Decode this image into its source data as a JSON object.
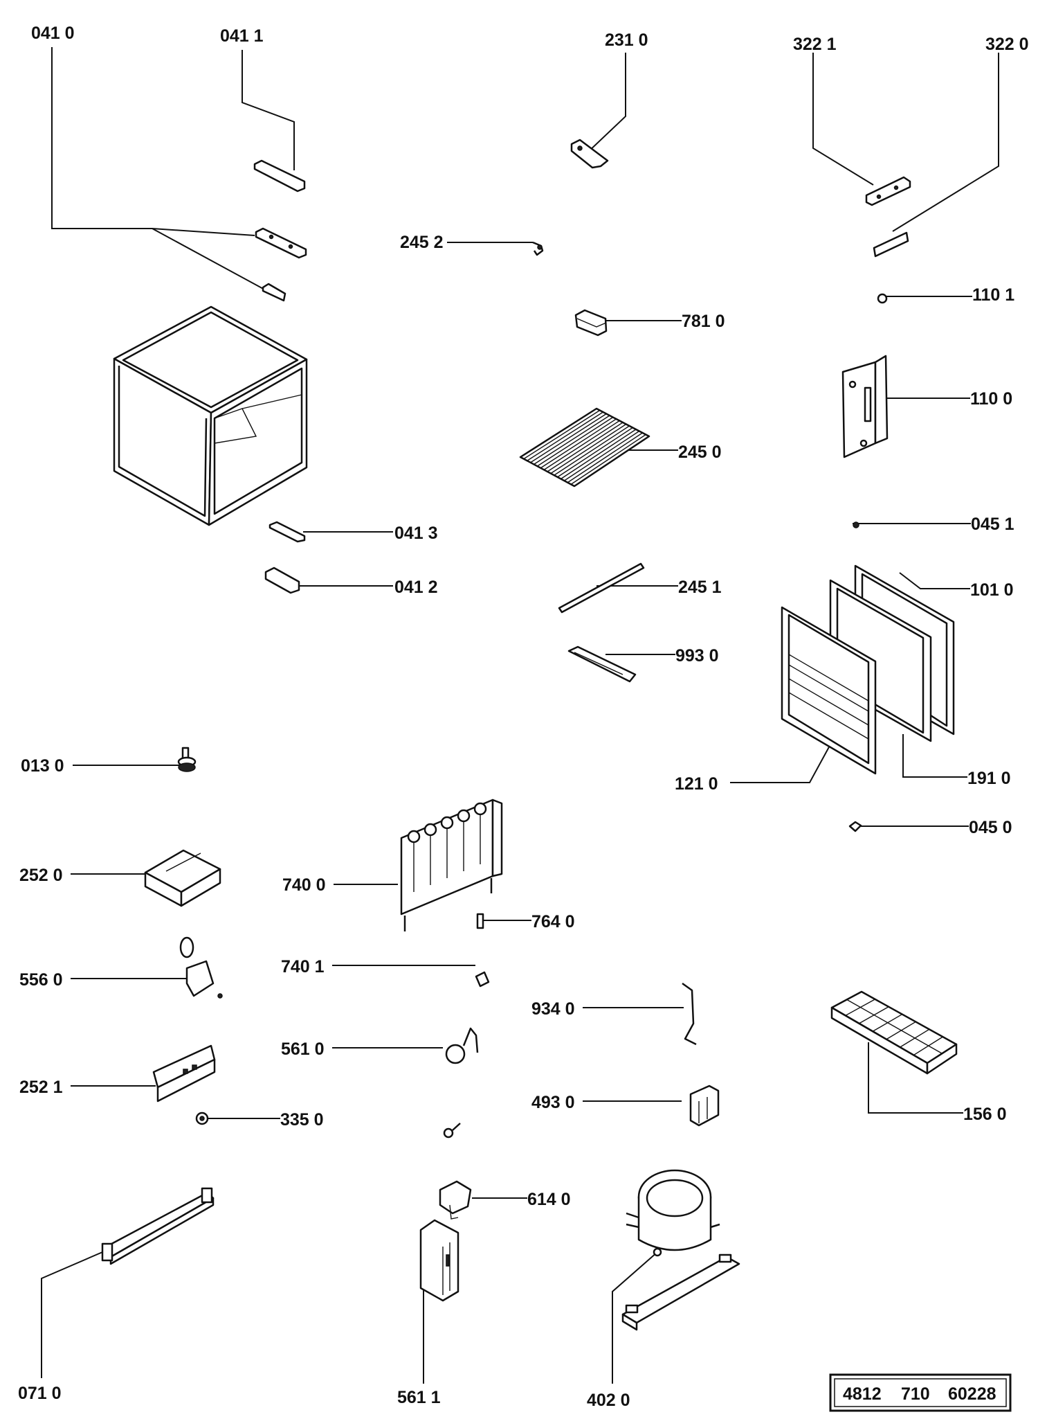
{
  "diagram": {
    "labels": {
      "p0410": "041 0",
      "p0411": "041 1",
      "p2310": "231 0",
      "p3221": "322 1",
      "p3220": "322 0",
      "p2452": "245 2",
      "p1101": "110 1",
      "p7810": "781 0",
      "p1100": "110 0",
      "p2450": "245 0",
      "p0451": "045 1",
      "p0413": "041 3",
      "p0412": "041 2",
      "p2451": "245 1",
      "p1010": "101 0",
      "p9930": "993 0",
      "p0130": "013 0",
      "p1210": "121 0",
      "p1910": "191 0",
      "p0450": "045 0",
      "p2520": "252 0",
      "p7400": "740 0",
      "p7640": "764 0",
      "p5560": "556 0",
      "p7401": "740 1",
      "p9340": "934 0",
      "p5610": "561 0",
      "p2521": "252 1",
      "p1560": "156 0",
      "p4930": "493 0",
      "p3350": "335 0",
      "p6140": "614 0",
      "p0710": "071 0",
      "p5611": "561 1",
      "p4020": "402 0"
    },
    "document_number": {
      "part1": "4812",
      "part2": "710",
      "part3": "60228"
    }
  }
}
